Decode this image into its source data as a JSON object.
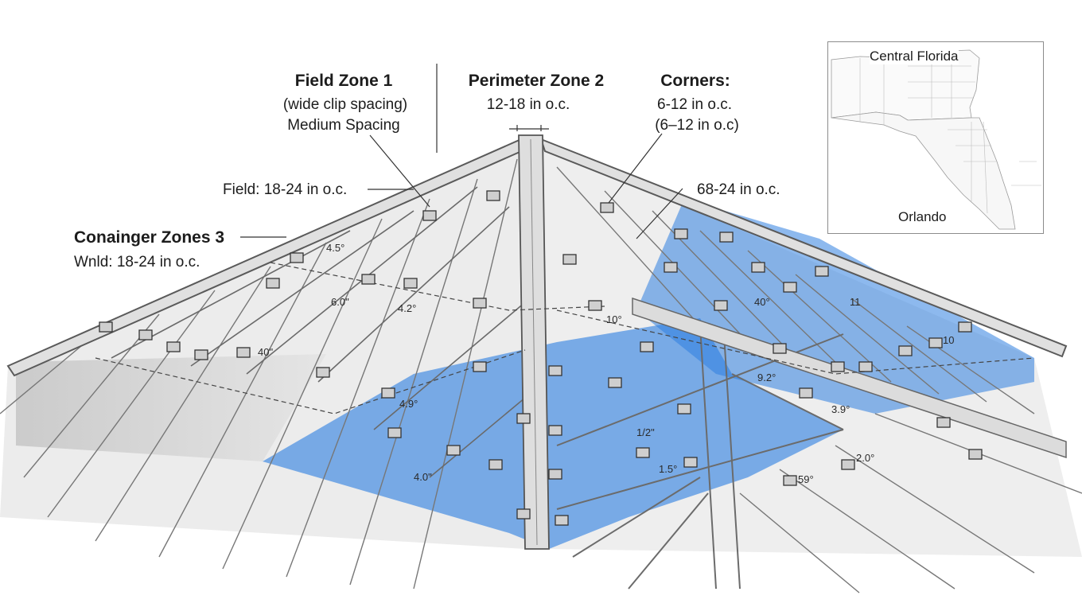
{
  "callouts": {
    "field_zone_1": {
      "title": "Field Zone 1",
      "line1": "(wide clip spacing)",
      "line2": "Medium Spacing"
    },
    "perimeter_zone_2": {
      "title": "Perimeter Zone 2",
      "line1": "12-18 in o.c."
    },
    "corners": {
      "title": "Corners:",
      "line1": "6-12 in o.c.",
      "line2": "(6–12 in o.c)"
    },
    "field_spacing": "Field: 18-24 in o.c.",
    "right_spacing": "68-24 in o.c.",
    "container_zone_3": {
      "title": "Conainger Zones 3",
      "line1": "Wnld: 18-24 in o.c."
    }
  },
  "map": {
    "title": "Central Florida",
    "city": "Orlando"
  },
  "dimensions": {
    "d1": "4.5°",
    "d2": "6.0\"",
    "d3": "4.2°",
    "d4": "40\"",
    "d5": "4.9°",
    "d6": "4.0\"",
    "d7": "10°",
    "d8": "40°",
    "d9": "11",
    "d10": "10",
    "d11": "9.2°",
    "d12": "3.9°",
    "d13": "1/2\"",
    "d14": "1.5°",
    "d15": "59°",
    "d16": "2.0°"
  },
  "colors": {
    "highlight_blue": "#2f7fe0",
    "line": "#5a5a5a",
    "panel_grey": "#9a9a9a"
  }
}
